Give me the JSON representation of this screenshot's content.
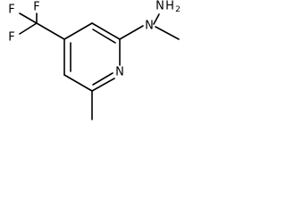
{
  "structure": {
    "atoms": {
      "fluorine_top": "F",
      "fluorine_left_top": "F",
      "fluorine_left_bottom": "F",
      "hydrazine_nitrogen": "N",
      "amino_nitrogen": "N",
      "amino_hydrogen": "H",
      "amino_subscript": "2",
      "ring_nitrogen": "N"
    }
  }
}
